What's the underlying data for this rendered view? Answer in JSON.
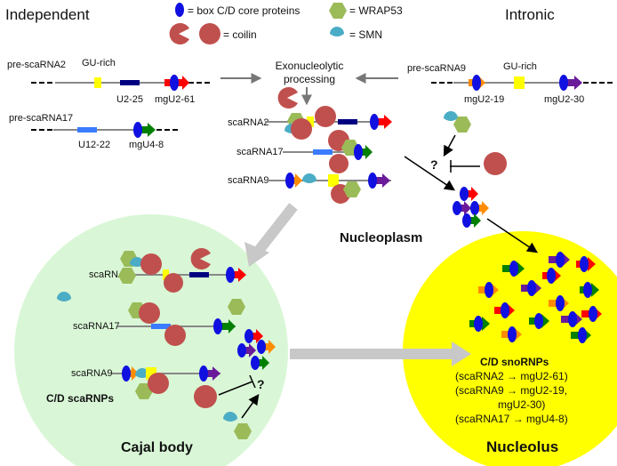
{
  "headers": {
    "left": "Independent",
    "right": "Intronic"
  },
  "legend": {
    "box_cd": "= box C/D core proteins",
    "wrap53": "= WRAP53",
    "coilin": "= coilin",
    "smn": "= SMN"
  },
  "pre_scarna2": {
    "name": "pre-scaRNA2",
    "gu_rich": "GU-rich",
    "left_domain": "U2-25",
    "right_domain": "mgU2-61"
  },
  "pre_scarna17": {
    "name": "pre-scaRNA17",
    "left_domain": "U12-22",
    "right_domain": "mgU4-8"
  },
  "pre_scarna9": {
    "name": "pre-scaRNA9",
    "gu_rich": "GU-rich",
    "left_domain": "mgU2-19",
    "right_domain": "mgU2-30"
  },
  "processing": {
    "line1": "Exonucleolytic",
    "line2": "processing"
  },
  "middle_labels": {
    "scarna2": "scaRNA2",
    "scarna17": "scaRNA17",
    "scarna9": "scaRNA9"
  },
  "question": "?",
  "nucleoplasm": "Nucleoplasm",
  "cajal": {
    "title": "Cajal body",
    "scarna2": "scaRNA2",
    "scarna17": "scaRNA17",
    "scarna9": "scaRNA9",
    "group": "C/D scaRNPs",
    "question": "?"
  },
  "nucleolus": {
    "title": "Nucleolus",
    "heading": "C/D snoRNPs",
    "line1": "(scaRNA2 → mgU2-61)",
    "line2": "(scaRNA9 → mgU2-19,",
    "line3": "mgU2-30)",
    "line4": "(scaRNA17 → mgU4-8)"
  },
  "colors": {
    "blue": "#1010e0",
    "coilin": "#c0504d",
    "wrap53": "#9bbb59",
    "smn": "#4bacc6",
    "gu_rich": "#ffff00",
    "cajal_fill": "#d9f7d6",
    "nucleolus_fill": "#ffff00",
    "red_arrow": "#ff0000",
    "green_arrow": "#008000",
    "orange_arrow": "#ff8c00",
    "purple_arrow": "#6a1b9a"
  }
}
